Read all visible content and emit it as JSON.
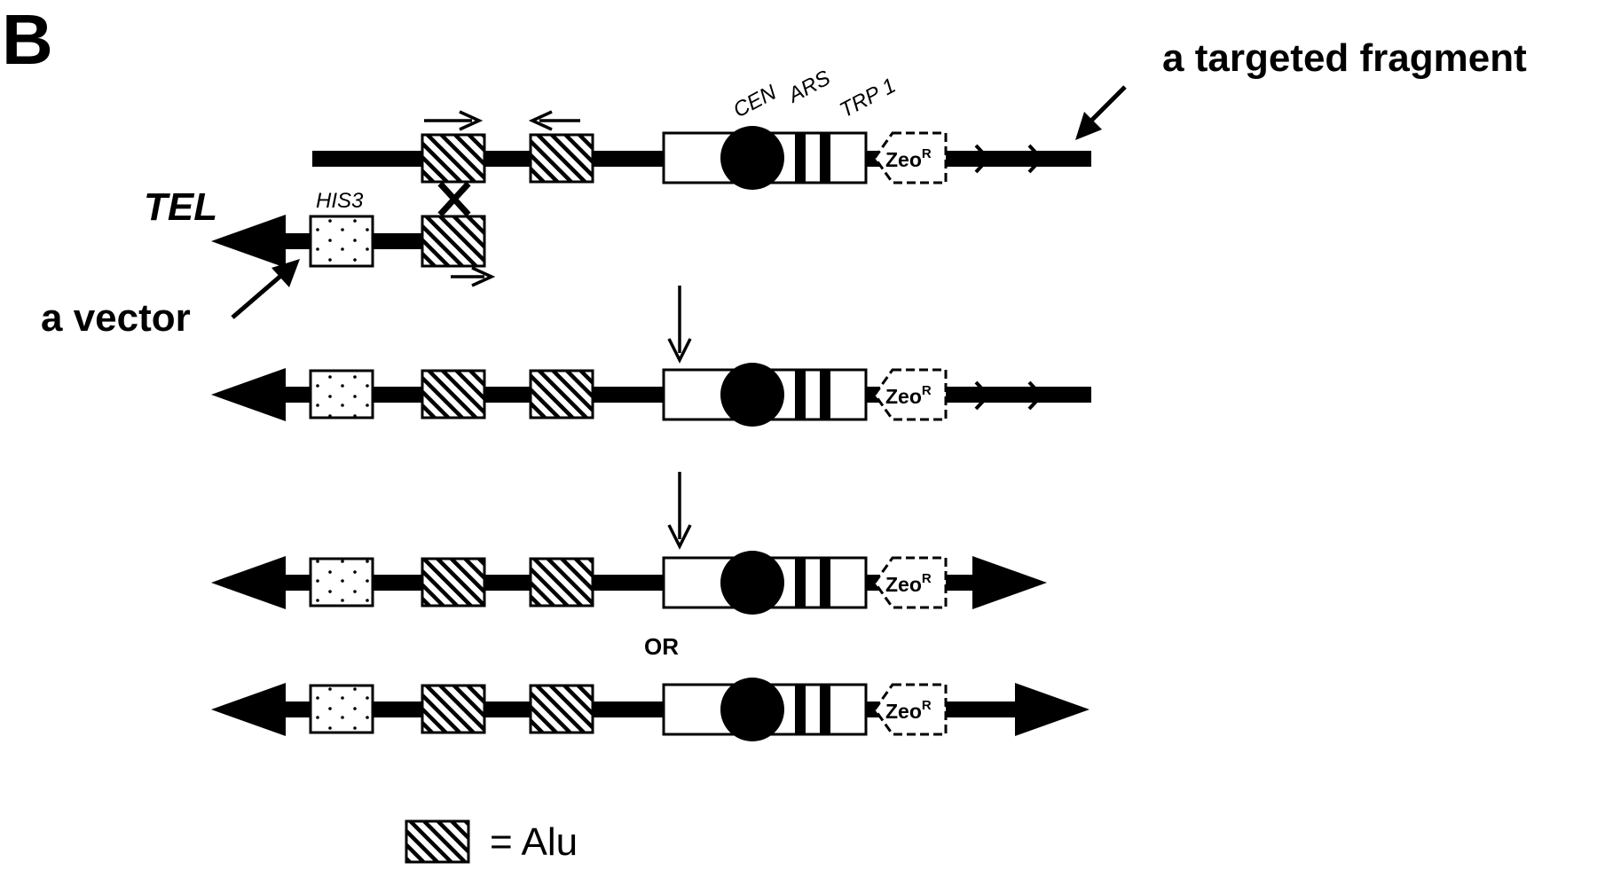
{
  "panel_label": "B",
  "labels": {
    "targeted_fragment": "a targeted fragment",
    "vector": "a vector",
    "tel": "TEL",
    "his3": "HIS3",
    "cen": "CEN",
    "ars": "ARS",
    "trp1": "TRP 1",
    "or": "OR"
  },
  "zeo": {
    "base": "Zeo",
    "sup": "R"
  },
  "legend": {
    "text": "= Alu"
  },
  "colors": {
    "ink": "#000000",
    "paper": "#ffffff"
  },
  "icons": {
    "alu_segment": "diagonal-hatch-box",
    "his3_segment": "dotted-box",
    "centromere": "filled-circle",
    "telomere": "arrowhead",
    "primer": "thin-arrow"
  }
}
